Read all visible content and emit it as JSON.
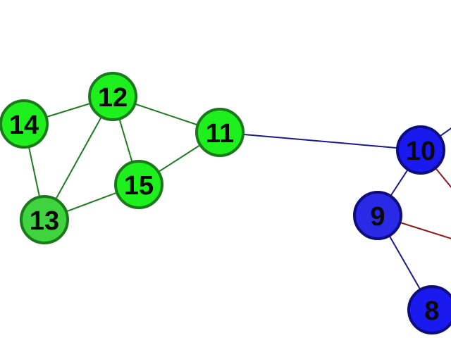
{
  "colors": {
    "background": "#ffffff",
    "green_fill": "#1ef01e",
    "green_fill_alt": "#3fd33f",
    "green_stroke": "#1a7a1a",
    "green_edge": "#1f7a1f",
    "blue_fill": "#1a1af0",
    "blue_fill_alt": "#2a2ae6",
    "blue_stroke": "#0d0d80",
    "blue_edge": "#1a1a8a",
    "red_edge": "#8a1a1a",
    "label": "#0a0a0a"
  },
  "nodes": [
    {
      "id": "11",
      "label": "11",
      "group": "green"
    },
    {
      "id": "12",
      "label": "12",
      "group": "green"
    },
    {
      "id": "13",
      "label": "13",
      "group": "green-alt"
    },
    {
      "id": "14",
      "label": "14",
      "group": "green"
    },
    {
      "id": "15",
      "label": "15",
      "group": "green"
    },
    {
      "id": "10",
      "label": "10",
      "group": "blue"
    },
    {
      "id": "9",
      "label": "9",
      "group": "blue-alt"
    },
    {
      "id": "8",
      "label": "8",
      "group": "blue"
    }
  ],
  "edges": [
    {
      "from": "14",
      "to": "12",
      "color": "green"
    },
    {
      "from": "14",
      "to": "13",
      "color": "green"
    },
    {
      "from": "12",
      "to": "11",
      "color": "green"
    },
    {
      "from": "12",
      "to": "15",
      "color": "green"
    },
    {
      "from": "12",
      "to": "13",
      "color": "green"
    },
    {
      "from": "15",
      "to": "11",
      "color": "green"
    },
    {
      "from": "13",
      "to": "15",
      "color": "green"
    },
    {
      "from": "11",
      "to": "10",
      "color": "blue"
    },
    {
      "from": "10",
      "to": "9",
      "color": "blue"
    },
    {
      "from": "9",
      "to": "8",
      "color": "blue"
    },
    {
      "from": "10",
      "to": "offscreen-upper-right",
      "color": "blue"
    },
    {
      "from": "10",
      "to": "offscreen-right",
      "color": "red"
    },
    {
      "from": "9",
      "to": "offscreen-lower-right",
      "color": "red"
    }
  ]
}
